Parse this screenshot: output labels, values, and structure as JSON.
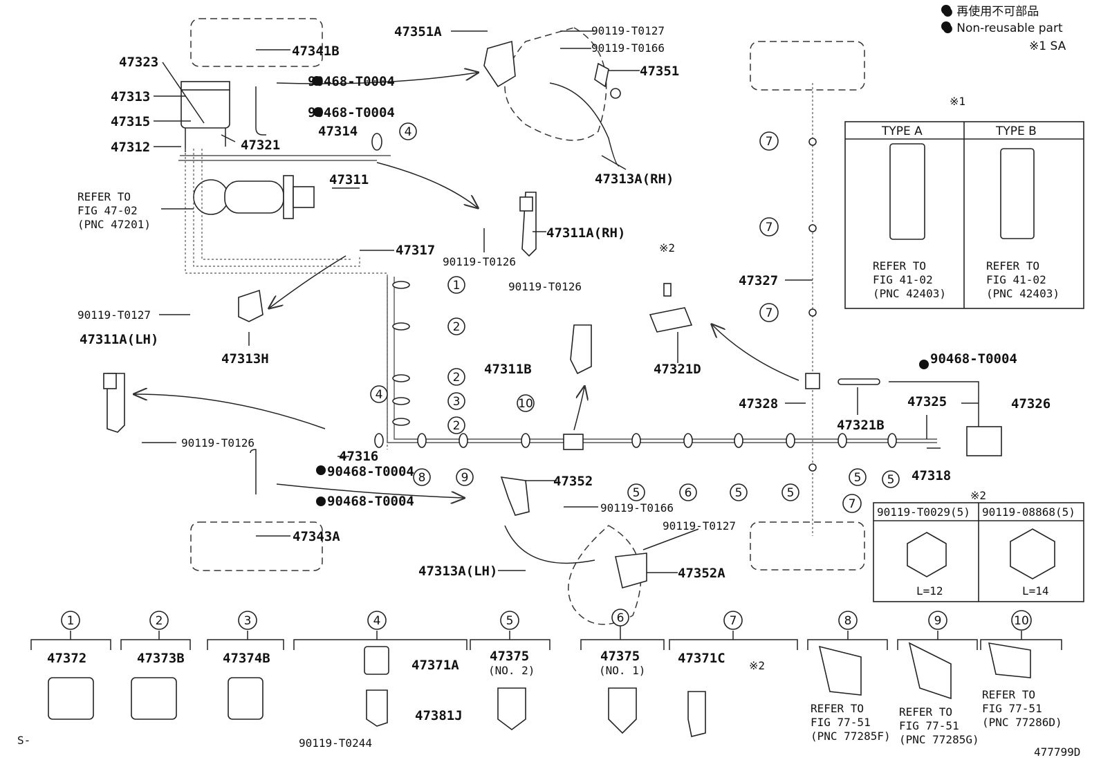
{
  "legend": {
    "line1": "● 再使用不可部品",
    "line2": "● Non-reusable part",
    "note1": "※1 SA"
  },
  "labels": {
    "p47341B": "47341B",
    "p47323": "47323",
    "p47313": "47313",
    "p47315": "47315",
    "p47312": "47312",
    "p47321": "47321",
    "p47314": "47314",
    "nr1": "90468-T0004",
    "nr2": "90468-T0004",
    "nr3": "90468-T0004",
    "nr4": "90468-T0004",
    "nr5": "90468-T0004",
    "refer1": "REFER TO",
    "refer2": "FIG 47-02",
    "refer3": "(PNC 47201)",
    "p47311": "47311",
    "p47317": "47317",
    "p47351A": "47351A",
    "b0127a": "90119-T0127",
    "b0166a": "90119-T0166",
    "p47351": "47351",
    "p47313ARH": "47313A(RH)",
    "p47311ARH": "47311A(RH)",
    "b0126a": "90119-T0126",
    "b0127b": "90119-T0127",
    "p47313H": "47313H",
    "p47311ALH": "47311A(LH)",
    "b0126b": "90119-T0126",
    "b0126c": "90119-T0126",
    "p47311B": "47311B",
    "note2a": "※2",
    "p47321D": "47321D",
    "p47327": "47327",
    "p47328": "47328",
    "p47321B": "47321B",
    "p47325": "47325",
    "p47326": "47326",
    "p47318": "47318",
    "p47316": "47316",
    "p47352": "47352",
    "b0166b": "90119-T0166",
    "b0127c": "90119-T0127",
    "p47352A": "47352A",
    "p47343A": "47343A",
    "p47313ALH": "47313A(LH)",
    "diag_code": "477799D",
    "s_mark": "S-"
  },
  "typebox": {
    "note": "※1",
    "typeA": "TYPE A",
    "typeB": "TYPE B",
    "refA1": "REFER TO",
    "refA2": "FIG 41-02",
    "refA3": "(PNC 42403)",
    "refB1": "REFER TO",
    "refB2": "FIG 41-02",
    "refB3": "(PNC 42403)"
  },
  "boltbox": {
    "note": "※2",
    "h1": "90119-T0029(5)",
    "h2": "90119-08868(5)",
    "l1": "L=12",
    "l2": "L=14"
  },
  "callouts": [
    "1",
    "2",
    "3",
    "4",
    "5",
    "6",
    "7",
    "8",
    "9",
    "10"
  ],
  "bottom": {
    "c1": "47372",
    "c2": "47373B",
    "c3": "47374B",
    "c4a": "47371A",
    "c4b": "47381J",
    "c4c": "90119-T0244",
    "c5a": "47375",
    "c5b": "(NO. 2)",
    "c6a": "47375",
    "c6b": "(NO. 1)",
    "c7a": "47371C",
    "c7b": "※2",
    "c8a": "REFER TO",
    "c8b": "FIG 77-51",
    "c8c": "(PNC 77285F)",
    "c9a": "REFER TO",
    "c9b": "FIG 77-51",
    "c9c": "(PNC 77285G)",
    "c10a": "REFER TO",
    "c10b": "FIG 77-51",
    "c10c": "(PNC 77286D)"
  }
}
